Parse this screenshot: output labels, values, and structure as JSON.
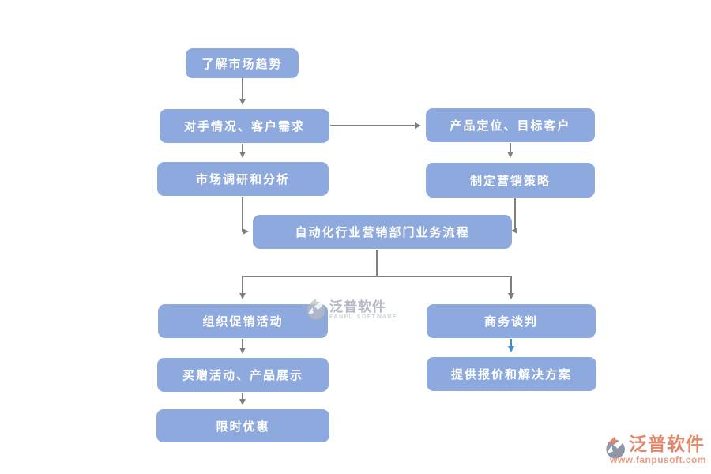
{
  "diagram": {
    "title": "自动化行业营销部门业务流程",
    "type": "flowchart"
  },
  "nodes": [
    {
      "id": "understand-market-trends",
      "label": "了解市场趋势"
    },
    {
      "id": "competitor-customer-needs",
      "label": "对手情况、客户需求"
    },
    {
      "id": "product-positioning-target-customers",
      "label": "产品定位、目标客户"
    },
    {
      "id": "market-research-analysis",
      "label": "市场调研和分析"
    },
    {
      "id": "develop-marketing-strategy",
      "label": "制定营销策略"
    },
    {
      "id": "automation-marketing-process",
      "label": "自动化行业营销部门业务流程"
    },
    {
      "id": "organize-promotions",
      "label": "组织促销活动"
    },
    {
      "id": "business-negotiation",
      "label": "商务谈判"
    },
    {
      "id": "buy-gift-product-display",
      "label": "买赠活动、产品展示"
    },
    {
      "id": "provide-quotation-solution",
      "label": "提供报价和解决方案"
    },
    {
      "id": "limited-time-offer",
      "label": "限时优惠"
    }
  ],
  "edges": [
    {
      "from": "understand-market-trends",
      "to": "competitor-customer-needs",
      "color": "gray"
    },
    {
      "from": "competitor-customer-needs",
      "to": "product-positioning-target-customers",
      "color": "gray"
    },
    {
      "from": "competitor-customer-needs",
      "to": "market-research-analysis",
      "color": "gray"
    },
    {
      "from": "product-positioning-target-customers",
      "to": "develop-marketing-strategy",
      "color": "gray"
    },
    {
      "from": "market-research-analysis",
      "to": "automation-marketing-process",
      "color": "gray"
    },
    {
      "from": "develop-marketing-strategy",
      "to": "automation-marketing-process",
      "color": "gray"
    },
    {
      "from": "automation-marketing-process",
      "to": "organize-promotions",
      "color": "gray"
    },
    {
      "from": "automation-marketing-process",
      "to": "business-negotiation",
      "color": "gray"
    },
    {
      "from": "organize-promotions",
      "to": "buy-gift-product-display",
      "color": "gray"
    },
    {
      "from": "business-negotiation",
      "to": "provide-quotation-solution",
      "color": "blue"
    },
    {
      "from": "buy-gift-product-display",
      "to": "limited-time-offer",
      "color": "gray"
    }
  ],
  "colors": {
    "node_fill": "#8da9dd",
    "node_text": "#ffffff",
    "arrow_gray": "#7f7f7f",
    "arrow_blue": "#3e8fd0",
    "logo_salmon": "#e0876c"
  },
  "watermark": {
    "text": "泛普软件",
    "subtext": "FANPU SOFTWARE"
  },
  "logo": {
    "text": "泛普软件",
    "url": "www.fanpusoft.com"
  }
}
